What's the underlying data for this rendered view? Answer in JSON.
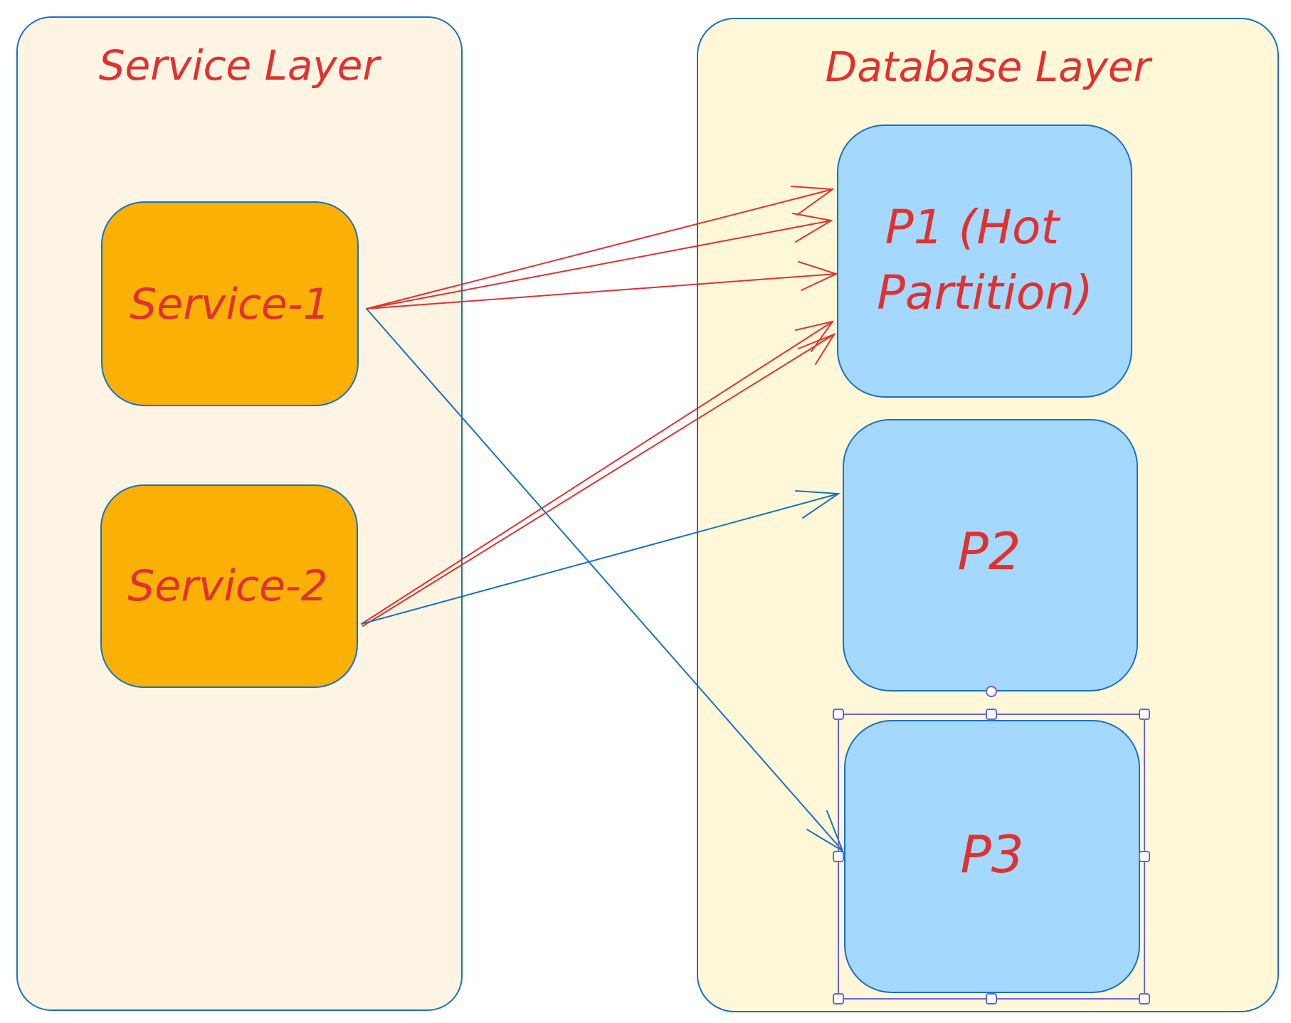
{
  "diagram": {
    "colors": {
      "service_layer_fill": "#fdf4e3",
      "database_layer_fill": "#fff8d8",
      "service_fill": "#fab005",
      "partition_fill": "#a5d8ff",
      "outline": "#1971c2",
      "text": "#e03131",
      "hot_arrow": "#e03131",
      "normal_arrow": "#1971c2",
      "selection": "#6965db"
    },
    "service_layer": {
      "title": "Service Layer",
      "services": [
        {
          "label": "Service-1"
        },
        {
          "label": "Service-2"
        }
      ]
    },
    "database_layer": {
      "title": "Database Layer",
      "partitions": [
        {
          "label_line1": "P1 (Hot",
          "label_line2": "Partition)"
        },
        {
          "label": "P2"
        },
        {
          "label": "P3"
        }
      ]
    },
    "edges": [
      {
        "from": "Service-1",
        "to": "P1",
        "color": "hot_arrow"
      },
      {
        "from": "Service-1",
        "to": "P1",
        "color": "hot_arrow"
      },
      {
        "from": "Service-1",
        "to": "P1",
        "color": "hot_arrow"
      },
      {
        "from": "Service-1",
        "to": "P3",
        "color": "normal_arrow"
      },
      {
        "from": "Service-2",
        "to": "P1",
        "color": "hot_arrow"
      },
      {
        "from": "Service-2",
        "to": "P1",
        "color": "hot_arrow"
      },
      {
        "from": "Service-2",
        "to": "P2",
        "color": "normal_arrow"
      }
    ],
    "selected": "P3"
  }
}
